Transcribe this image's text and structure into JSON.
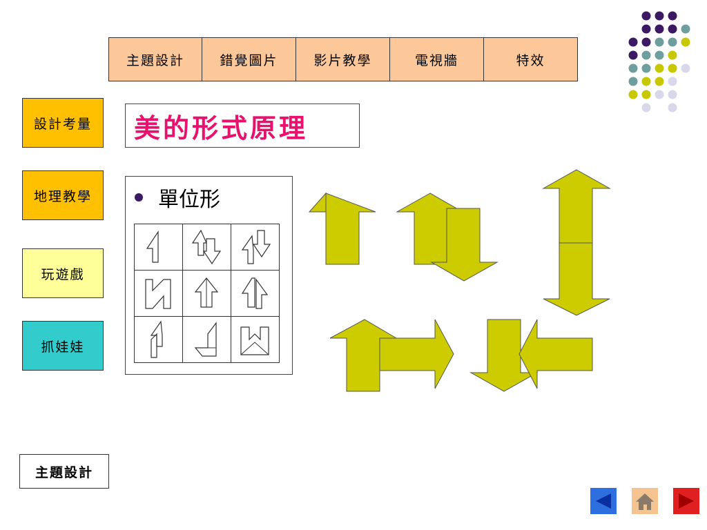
{
  "nav": {
    "items": [
      "主題設計",
      "錯覺圖片",
      "影片教學",
      "電視牆",
      "特效"
    ]
  },
  "sidebar": {
    "items": [
      {
        "label": "設計考量",
        "color": "#ffc000"
      },
      {
        "label": "地理教學",
        "color": "#ffc000"
      },
      {
        "label": "玩遊戲",
        "color": "#ffff99"
      },
      {
        "label": "抓娃娃",
        "color": "#33cccc"
      }
    ]
  },
  "title": "美的形式原理",
  "panel": {
    "bullet": "單位形"
  },
  "footer": {
    "home_label": "主題設計"
  },
  "icons": {
    "prev": "left-arrow-icon",
    "home": "home-icon",
    "next": "right-arrow-icon"
  },
  "colors": {
    "accent_title": "#e8126e",
    "arrow_fill": "#cccc00",
    "nav_bg": "#fdc899",
    "dot_purple": "#3b1a63",
    "dot_teal": "#6f9e9e",
    "dot_yellow": "#c8c800",
    "dot_lavender": "#d8d8ea"
  }
}
